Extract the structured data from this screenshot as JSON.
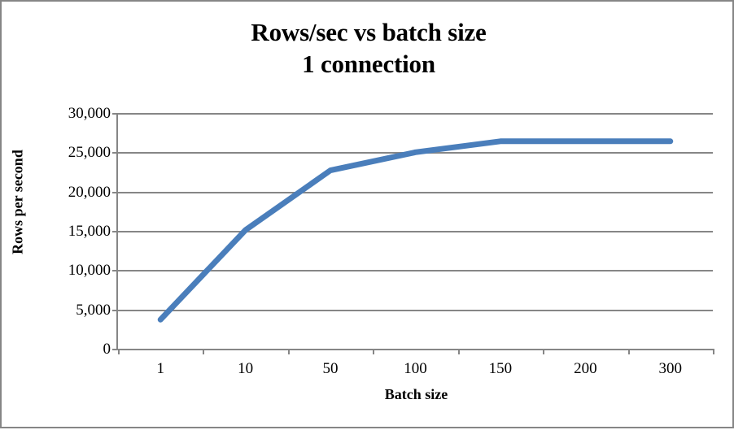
{
  "chart": {
    "title_lines": [
      "Rows/sec vs batch size",
      "1 connection"
    ],
    "border_color": "#868686",
    "background": "#ffffff",
    "gridline_color": "#868686",
    "series_color": "#4a7ebb"
  },
  "chart_data": {
    "type": "line",
    "title": "Rows/sec vs batch size 1 connection",
    "xlabel": "Batch size",
    "ylabel": "Rows per second",
    "categories": [
      "1",
      "10",
      "50",
      "100",
      "150",
      "200",
      "300"
    ],
    "series": [
      {
        "name": "1 connection",
        "color": "#4a7ebb",
        "values": [
          3700,
          15100,
          22700,
          25000,
          26400,
          26400,
          26400
        ]
      }
    ],
    "ylim": [
      0,
      30000
    ],
    "yticks": [
      0,
      5000,
      10000,
      15000,
      20000,
      25000,
      30000
    ],
    "ytick_labels": [
      "0",
      "5,000",
      "10,000",
      "15,000",
      "20,000",
      "25,000",
      "30,000"
    ],
    "grid": true,
    "grid_axis": "y",
    "legend": false,
    "markers": false
  }
}
